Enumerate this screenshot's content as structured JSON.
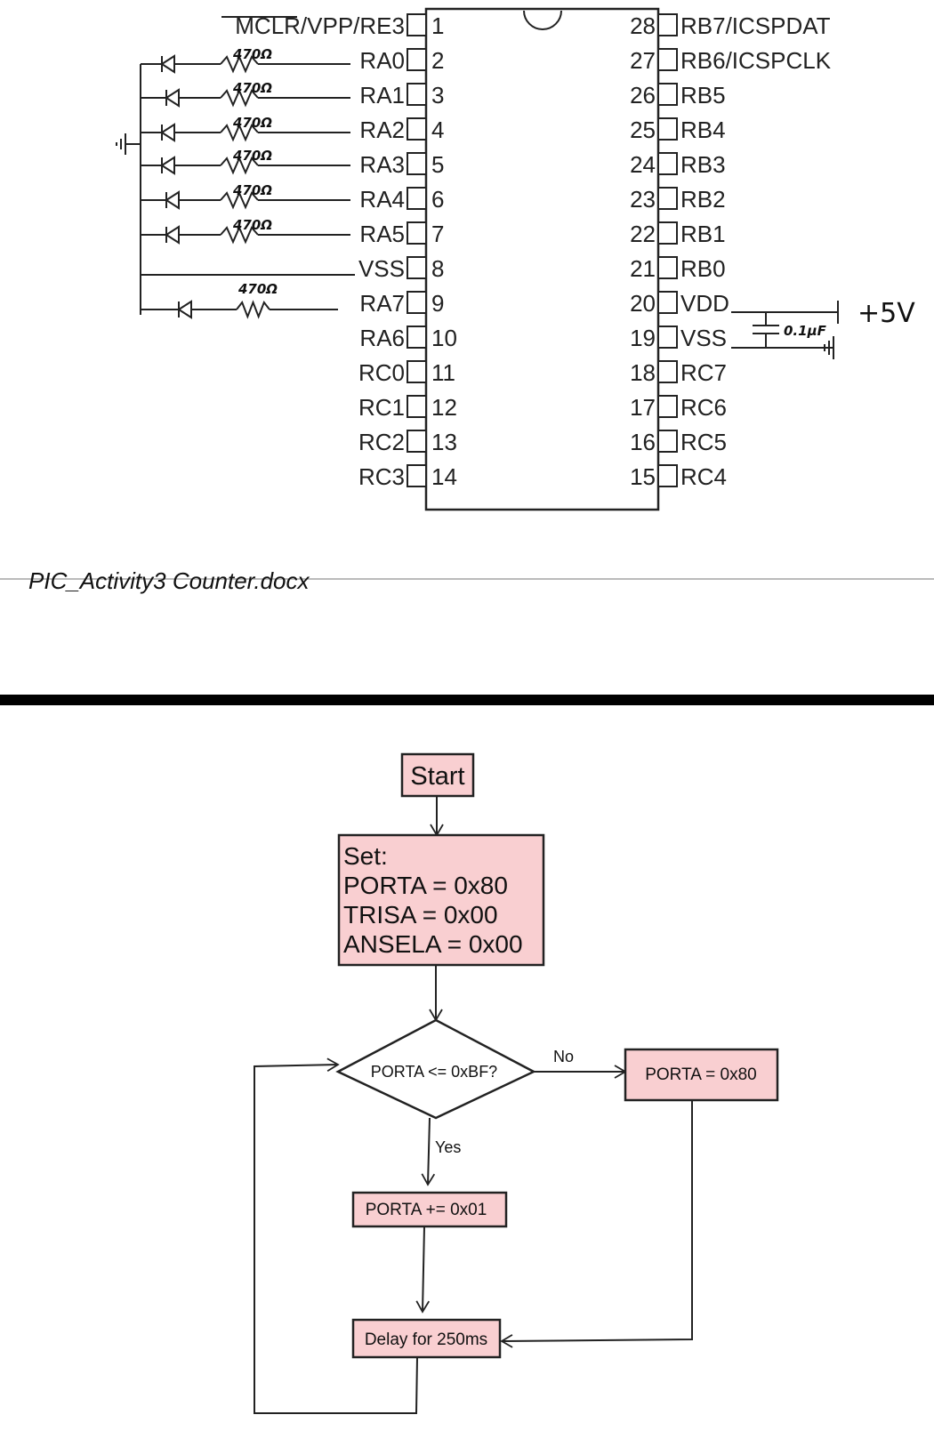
{
  "schematic": {
    "left_pins": [
      {
        "num": "1",
        "label": "MCLR/VPP/RE3"
      },
      {
        "num": "2",
        "label": "RA0"
      },
      {
        "num": "3",
        "label": "RA1"
      },
      {
        "num": "4",
        "label": "RA2"
      },
      {
        "num": "5",
        "label": "RA3"
      },
      {
        "num": "6",
        "label": "RA4"
      },
      {
        "num": "7",
        "label": "RA5"
      },
      {
        "num": "8",
        "label": "VSS"
      },
      {
        "num": "9",
        "label": "RA7"
      },
      {
        "num": "10",
        "label": "RA6"
      },
      {
        "num": "11",
        "label": "RC0"
      },
      {
        "num": "12",
        "label": "RC1"
      },
      {
        "num": "13",
        "label": "RC2"
      },
      {
        "num": "14",
        "label": "RC3"
      }
    ],
    "right_pins": [
      {
        "num": "28",
        "label": "RB7/ICSPDAT"
      },
      {
        "num": "27",
        "label": "RB6/ICSPCLK"
      },
      {
        "num": "26",
        "label": "RB5"
      },
      {
        "num": "25",
        "label": "RB4"
      },
      {
        "num": "24",
        "label": "RB3"
      },
      {
        "num": "23",
        "label": "RB2"
      },
      {
        "num": "22",
        "label": "RB1"
      },
      {
        "num": "21",
        "label": "RB0"
      },
      {
        "num": "20",
        "label": "VDD"
      },
      {
        "num": "19",
        "label": "VSS"
      },
      {
        "num": "18",
        "label": "RC7"
      },
      {
        "num": "17",
        "label": "RC6"
      },
      {
        "num": "16",
        "label": "RC5"
      },
      {
        "num": "15",
        "label": "RC4"
      }
    ],
    "resistor_label": "470Ω",
    "capacitor_label": "0.1μF",
    "supply_label": "+5V"
  },
  "footer": {
    "filename": "PIC_Activity3 Counter.docx"
  },
  "flowchart": {
    "start": "Start",
    "init_lines": [
      "Set:",
      "PORTA = 0x80",
      "TRISA = 0x00",
      "ANSELA = 0x00"
    ],
    "decision": "PORTA <= 0xBF?",
    "no_label": "No",
    "yes_label": "Yes",
    "no_action": "PORTA = 0x80",
    "yes_action": "PORTA += 0x01",
    "delay": "Delay for 250ms"
  },
  "colors": {
    "box_fill": "#f9cfd1",
    "line": "#222222",
    "separator": "#000000"
  }
}
